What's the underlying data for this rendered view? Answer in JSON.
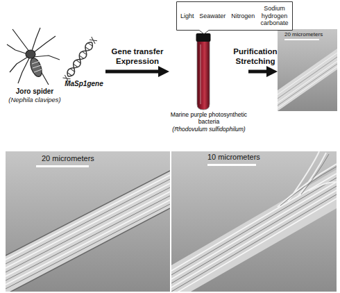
{
  "diagram": {
    "nodes": [
      {
        "text": [
          "Light",
          "Seawater",
          "Nitrogen",
          "Sodium hydrogen carbonate"
        ]
      },
      {
        "text": [
          "Joro spider",
          "(Nephila clavipes)"
        ]
      },
      {
        "text": [
          "MaSp1gene"
        ]
      },
      {
        "text": [
          "Marine purple photosynthetic bacteria",
          "(Rhodovulum sulfidophilum)"
        ]
      },
      {
        "text": [
          "20 micrometers"
        ]
      },
      {
        "text": [
          "20 micrometers"
        ]
      },
      {
        "text": [
          "10 micrometers"
        ]
      }
    ],
    "edges": [
      {
        "from": 2,
        "to": 3,
        "label": "Gene transfer Expression",
        "arrow": "to"
      },
      {
        "from": 3,
        "to": 4,
        "label": "Purification Stretching",
        "arrow": "to"
      }
    ]
  }
}
